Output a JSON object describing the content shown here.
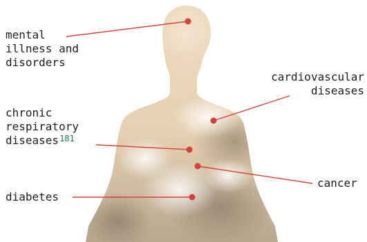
{
  "labels": {
    "mental": "mental\nillness and\ndisorders",
    "cardio": "cardiovascular\ndiseases",
    "respiratory": "chronic\nrespiratory\ndiseases",
    "respiratory_ref": "181",
    "cancer": "cancer",
    "diabetes": "diabetes"
  },
  "colors": {
    "leader_line": "#d8413a",
    "dot": "#d8413a",
    "reference": "#1d7a4e",
    "silhouette": "#e9d4b8"
  }
}
